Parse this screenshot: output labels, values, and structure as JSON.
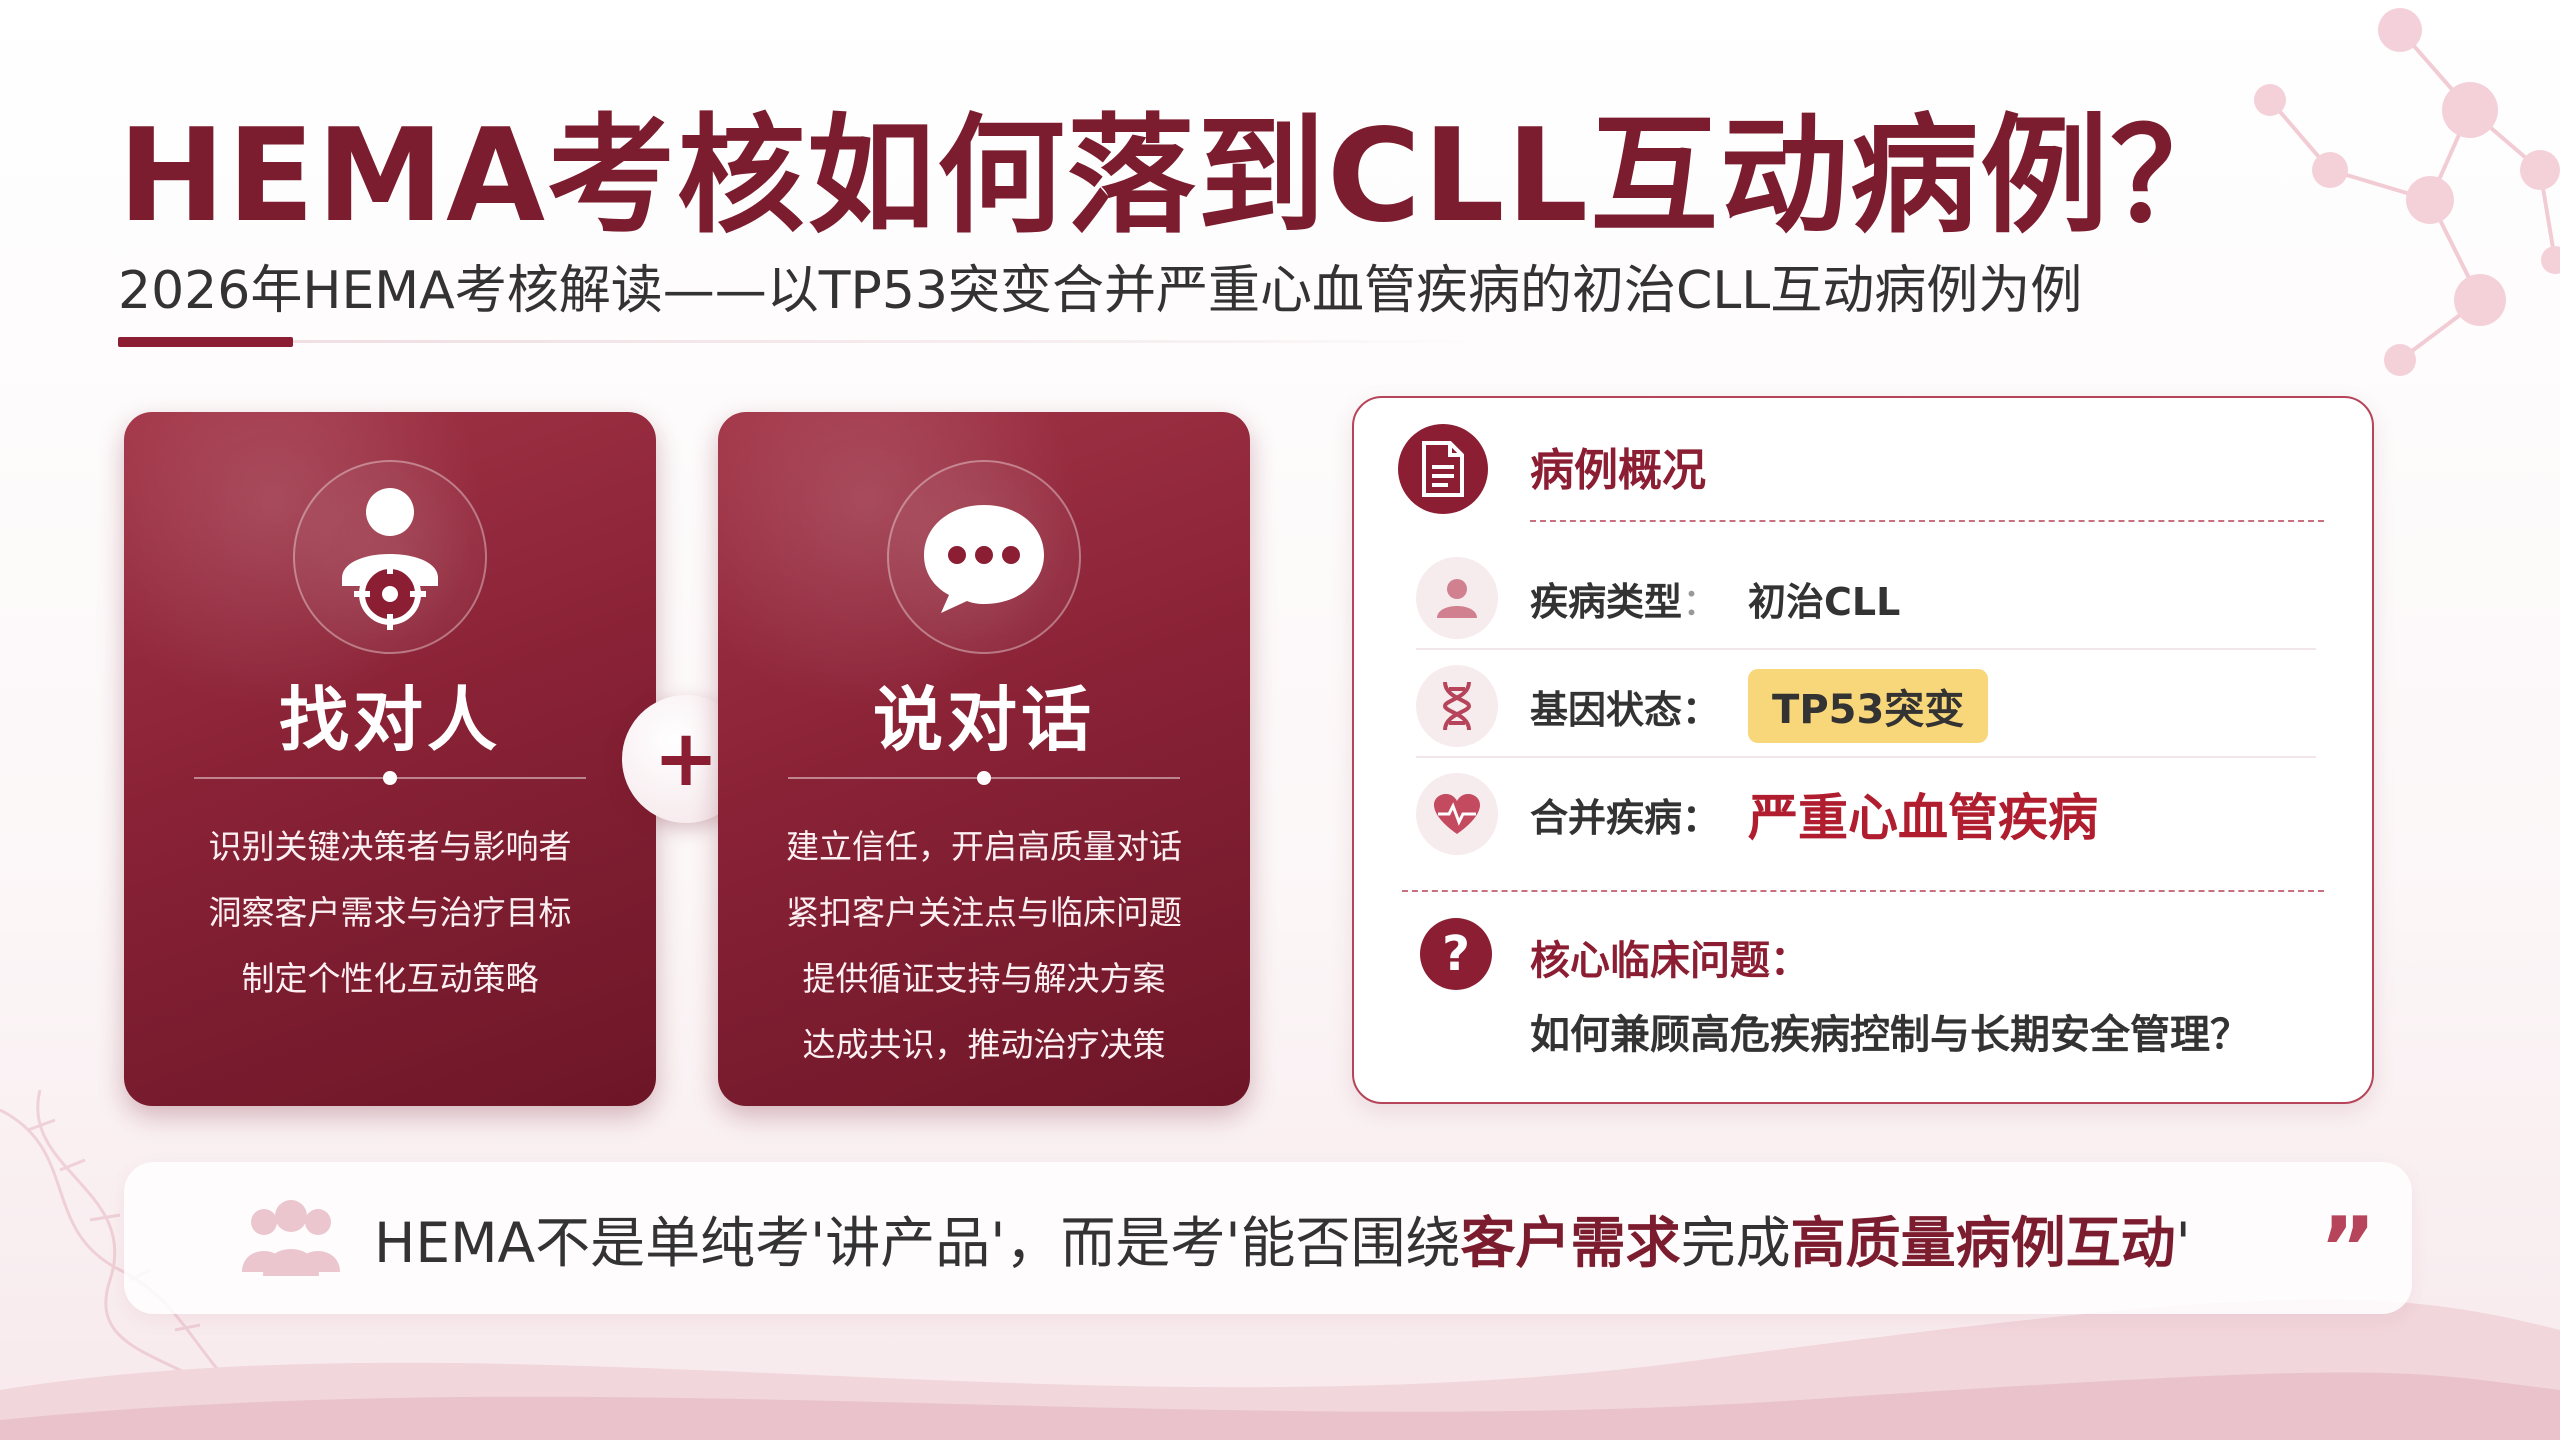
{
  "header": {
    "title": "HEMA考核如何落到CLL互动病例？",
    "subtitle": "2026年HEMA考核解读——以TP53突变合并严重心血管疾病的初治CLL互动病例为例"
  },
  "cards": {
    "left": {
      "icon": "person-target-icon",
      "heading": "找对人",
      "items": [
        "识别关键决策者与影响者",
        "洞察客户需求与治疗目标",
        "制定个性化互动策略"
      ]
    },
    "plus": "+",
    "right": {
      "icon": "chat-bubble-icon",
      "heading": "说对话",
      "items": [
        "建立信任，开启高质量对话",
        "紧扣客户关注点与临床问题",
        "提供循证支持与解决方案",
        "达成共识，推动治疗决策"
      ]
    }
  },
  "case": {
    "icon": "document-icon",
    "title": "病例概况",
    "rows": [
      {
        "icon": "person-icon",
        "label": "疾病类型",
        "colon": "：",
        "value": "初治CLL"
      },
      {
        "icon": "dna-icon",
        "label": "基因状态",
        "colon": "：",
        "value": "TP53突变"
      },
      {
        "icon": "heart-pulse-icon",
        "label": "合并疾病",
        "colon": "：",
        "value": "严重心血管疾病"
      }
    ],
    "question": {
      "icon_text": "?",
      "title": "核心临床问题：",
      "text": "如何兼顾高危疾病控制与长期安全管理？"
    }
  },
  "bottom": {
    "icon": "people-group-icon",
    "part1": "HEMA不是单纯考'讲产品'，而是考'能否围绕",
    "strong1": "客户需求",
    "part2": "完成",
    "strong2": "高质量病例互动",
    "part3": "'",
    "quote": "”"
  },
  "colors": {
    "primary": "#8b1e33",
    "title": "#7c1d2f",
    "badge": "#f8d77b",
    "severe": "#b01d2e"
  }
}
